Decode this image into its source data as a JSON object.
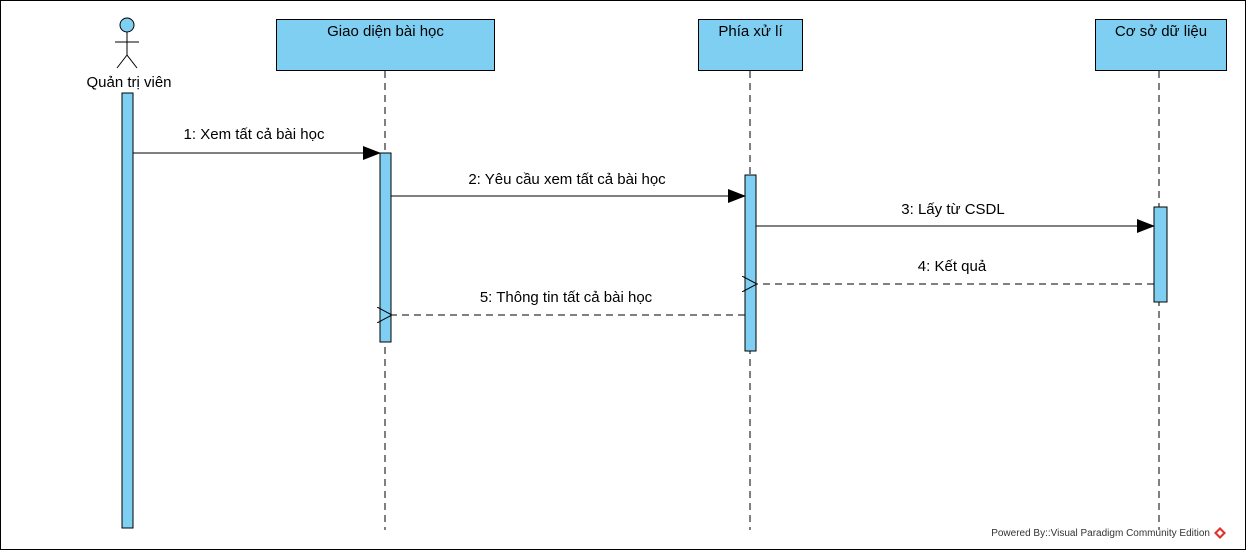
{
  "actor": {
    "label": "Quản trị viên"
  },
  "lifelines": [
    {
      "id": "ui",
      "label": "Giao diện bài học"
    },
    {
      "id": "proc",
      "label": "Phía xử lí"
    },
    {
      "id": "db",
      "label": "Cơ sở dữ liệu"
    }
  ],
  "messages": [
    {
      "label": "1: Xem tất cả bài học"
    },
    {
      "label": "2: Yêu cầu xem tất cả bài học"
    },
    {
      "label": "3: Lấy từ CSDL"
    },
    {
      "label": "4: Kết quả"
    },
    {
      "label": "5: Thông tin tất cả bài học"
    }
  ],
  "footer": {
    "text": "Powered By::Visual Paradigm Community Edition"
  },
  "colors": {
    "fill": "#7fcff2",
    "stroke": "#000000",
    "logo": "#e0312b"
  }
}
